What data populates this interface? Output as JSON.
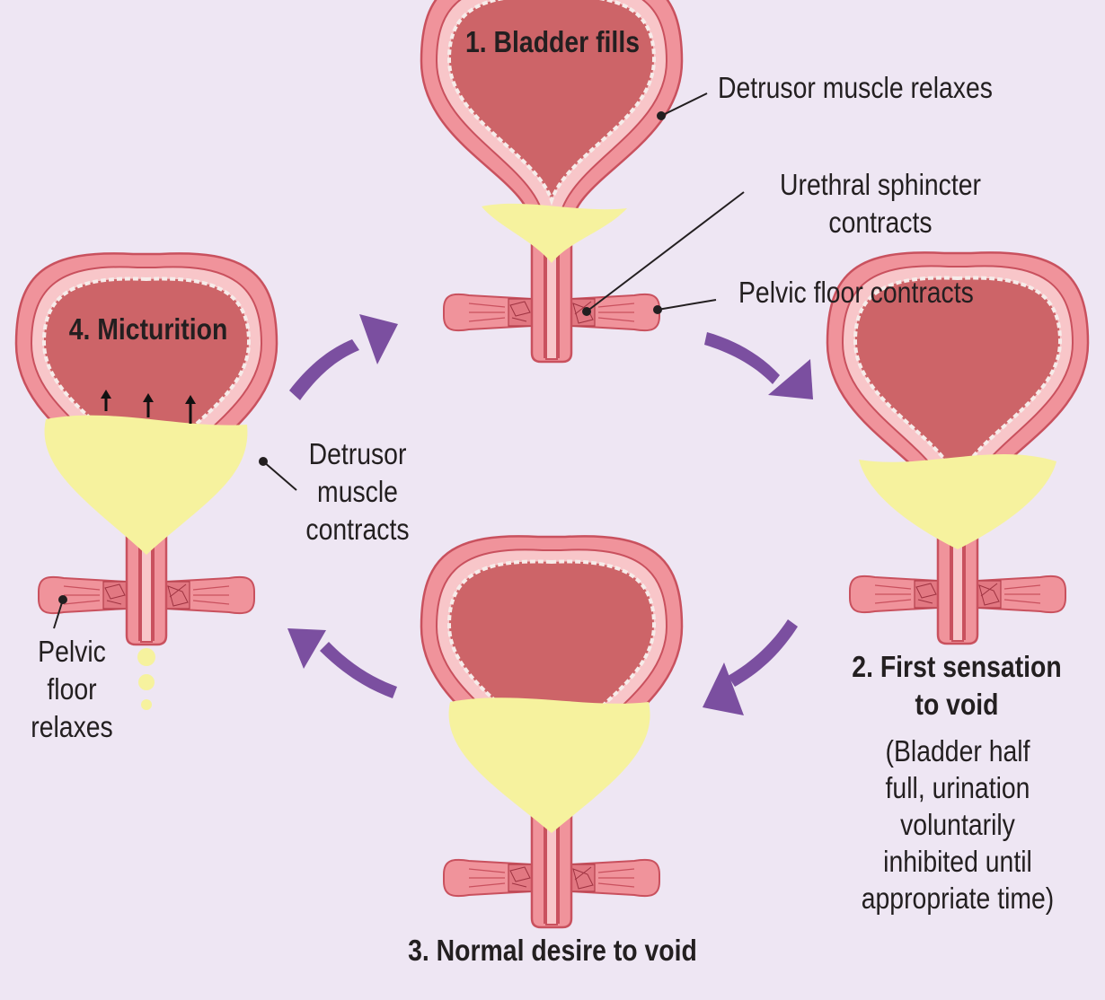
{
  "stages": [
    {
      "title": "1. Bladder fills"
    },
    {
      "title": "2. First sensation to void",
      "lines": [
        "2. First sensation",
        "to void"
      ],
      "note_lines": [
        "(Bladder half",
        "full, urination",
        "voluntarily",
        "inhibited until",
        "appropriate time)"
      ]
    },
    {
      "title": "3. Normal desire to void"
    },
    {
      "title": "4. Micturition"
    }
  ],
  "labels": {
    "detrusor_relaxes": "Detrusor muscle relaxes",
    "sphincter_contracts": [
      "Urethral sphincter",
      "contracts"
    ],
    "pelvic_contracts": "Pelvic floor contracts",
    "detrusor_contracts": [
      "Detrusor",
      "muscle",
      "contracts"
    ],
    "pelvic_relaxes": [
      "Pelvic",
      "floor",
      "relaxes"
    ]
  },
  "colors": {
    "background": "#EEE6F3",
    "bladder_wall": "#F0939B",
    "wall_outline": "#C9515E",
    "lining": "#F8C6C9",
    "detrusor_cavity": "#CD6468",
    "urine": "#F6F29E",
    "arrow": "#7B4FA0"
  },
  "icons": [
    "cycle-arrow-icon",
    "muscle-contraction-arrow-icon",
    "urine-drop-icon"
  ]
}
